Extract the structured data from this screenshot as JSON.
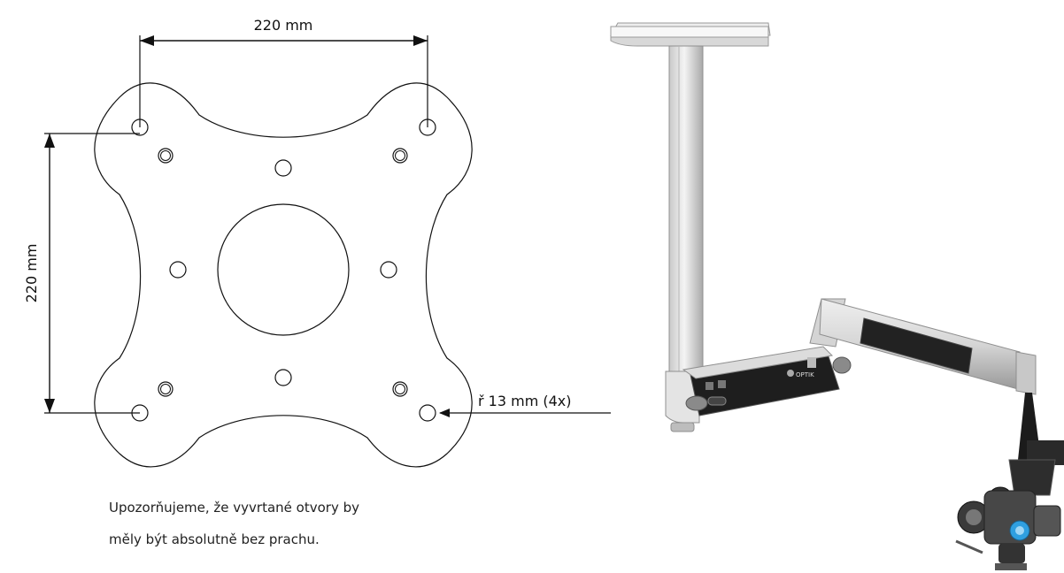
{
  "diagram": {
    "dim_width_label": "220 mm",
    "dim_height_label": "220 mm",
    "hole_label": "ř 13 mm (4x)"
  },
  "note": {
    "line1": "Upozorňujeme, že vyvrtané otvory by",
    "line2": "měly být absolutně bez prachu."
  },
  "illustration": {
    "brand_text": "OPTIK"
  }
}
